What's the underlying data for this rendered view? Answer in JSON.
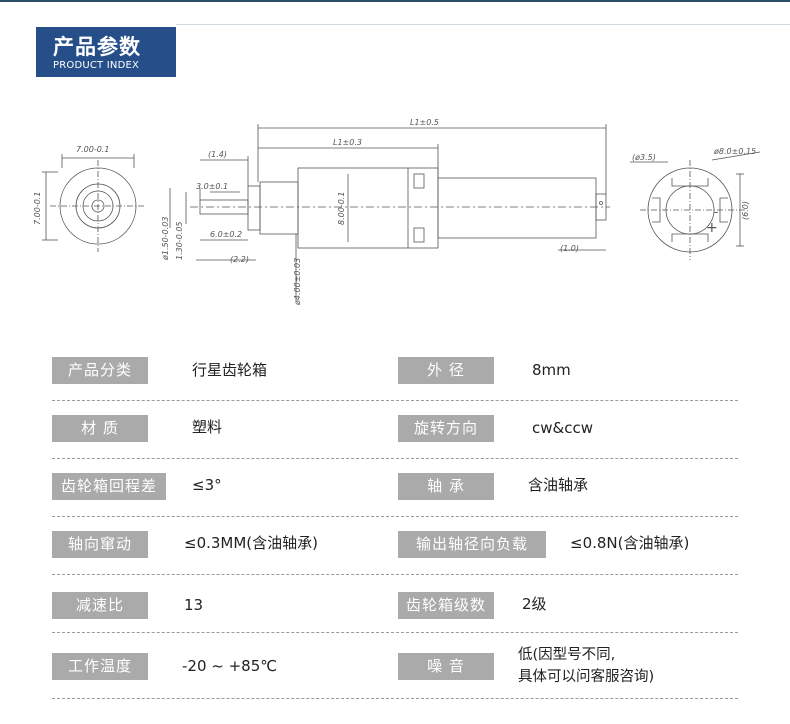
{
  "header": {
    "title_cn": "产品参数",
    "title_en": "PRODUCT INDEX"
  },
  "drawing": {
    "dims": {
      "l1_total": "L1±0.5",
      "l1": "L1±0.3",
      "d_1_4": "(1.4)",
      "d_3": "3.0±0.1",
      "d_6": "6.0±0.2",
      "d_2_2": "(2.2)",
      "d_7": "7.00-0.1",
      "d_7v": "7.00-0.1",
      "d_1_5": "ø1.50-0.03",
      "d_1_3": "1.30-0.05",
      "d_8v": "8.00-0.1",
      "d_4": "ø4.00±0.03",
      "d_1_0": "(1.0)",
      "d_3_5": "(ø3.5)",
      "d_8_15": "ø8.0±0.15",
      "d_6_0": "(6.0)"
    },
    "symbols": {
      "plus": "+",
      "minus": "-"
    }
  },
  "specs": [
    {
      "label": "产品分类",
      "value": "行星齿轮箱",
      "label2": "外  径",
      "value2": "8mm"
    },
    {
      "label": "材  质",
      "value": "塑料",
      "label2": "旋转方向",
      "value2": "cw&ccw"
    },
    {
      "label": "齿轮箱回程差",
      "value": "≤3°",
      "label2": "轴  承",
      "value2": "含油轴承"
    },
    {
      "label": "轴向窜动",
      "value": "≤0.3MM(含油轴承)",
      "label2": "输出轴径向负载",
      "value2": "≤0.8N(含油轴承)"
    },
    {
      "label": "减速比",
      "value": "13",
      "label2": "齿轮箱级数",
      "value2": "2级"
    },
    {
      "label": "工作温度",
      "value": "-20 ~ +85℃",
      "label2": "噪  音",
      "value2_line1": "低(因型号不同,",
      "value2_line2": "具体可以问客服咨询)"
    }
  ],
  "colors": {
    "badge": "#264f8a",
    "label_bg": "#aaaaaa"
  }
}
